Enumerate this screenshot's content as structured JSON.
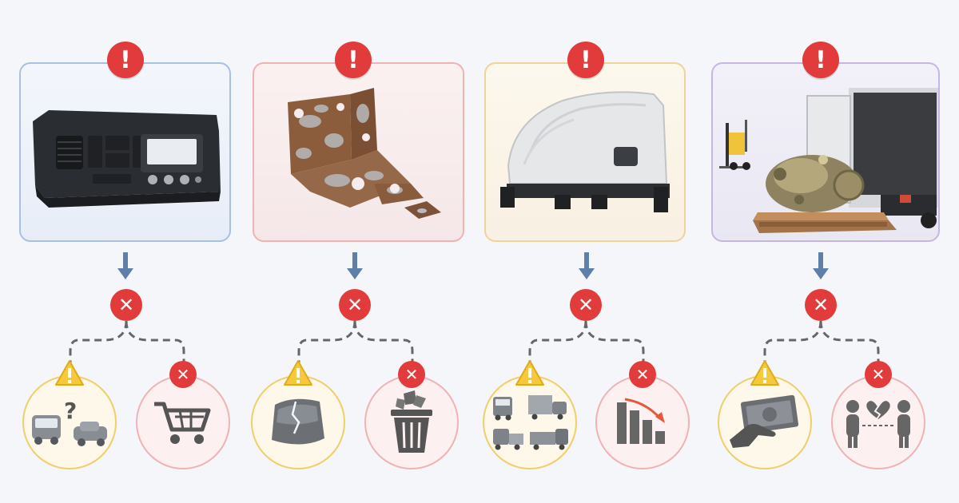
{
  "symbols": {
    "alert": "!",
    "fail": "✕",
    "question": "?"
  },
  "colors": {
    "alert_red": "#e23b3b",
    "arrow_blue": "#5e7fa8",
    "warn_yellow": "#f5c93a",
    "warn_ring": "#f0cf6b",
    "bad_ring": "#f0b3b3",
    "dashed_line": "#666666"
  },
  "columns": [
    {
      "part": "dashboard-panel",
      "card_border": "#a9bfe3",
      "outcomes": [
        "uncertain-vehicle-compatibility",
        "failed-purchase"
      ]
    },
    {
      "part": "rusted-bracket",
      "card_border": "#f0b3b3",
      "outcomes": [
        "damaged-part",
        "discarded-part"
      ]
    },
    {
      "part": "truck-cab-fairing",
      "card_border": "#f0d39a",
      "outcomes": [
        "multiple-truck-fitments",
        "declining-value"
      ]
    },
    {
      "part": "transmission-on-pallet",
      "card_border": "#c6b6e6",
      "outcomes": [
        "cash-payment",
        "broken-relationship"
      ]
    }
  ]
}
